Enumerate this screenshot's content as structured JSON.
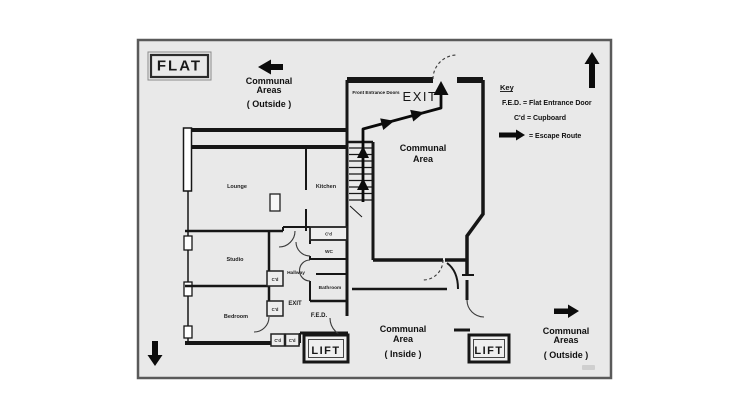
{
  "colors": {
    "panel_bg": "#e9e9e9",
    "panel_border": "#5a5a5a",
    "wall": "#161616",
    "route": "#0a0a0a",
    "text": "#111111"
  },
  "title": {
    "label": "FLAT"
  },
  "arrows": {
    "top_left": {
      "icon": "left-arrow",
      "lines": [
        "Communal",
        "Areas",
        "( Outside )"
      ]
    },
    "top_right": {
      "icon": "up-arrow"
    },
    "bottom_left": {
      "icon": "down-arrow"
    },
    "bottom_right": {
      "icon": "right-arrow",
      "lines": [
        "Communal",
        "Areas",
        "( Outside )"
      ]
    }
  },
  "key": {
    "title": "Key",
    "fed": "F.E.D. = Flat Entrance Door",
    "cupboard": "C'd = Cupboard",
    "escape": "= Escape Route"
  },
  "plan": {
    "exit": "EXIT",
    "front_entrance": "Front Entrance Doors",
    "communal_top": {
      "lines": [
        "Communal",
        "Area"
      ]
    },
    "communal_inside": {
      "lines": [
        "Communal",
        "Area",
        "( Inside )"
      ]
    },
    "rooms": {
      "lounge": "Lounge",
      "kitchen": "Kitchen",
      "studio": "Studio",
      "bedroom": "Bedroom",
      "hallway": "Hallway",
      "bathroom": "Bathroom",
      "wc": "WC"
    },
    "exit_hall": "EXIT",
    "fed_label": "F.E.D.",
    "cupboard_label": "C'd",
    "lift_label": "LIFT"
  }
}
